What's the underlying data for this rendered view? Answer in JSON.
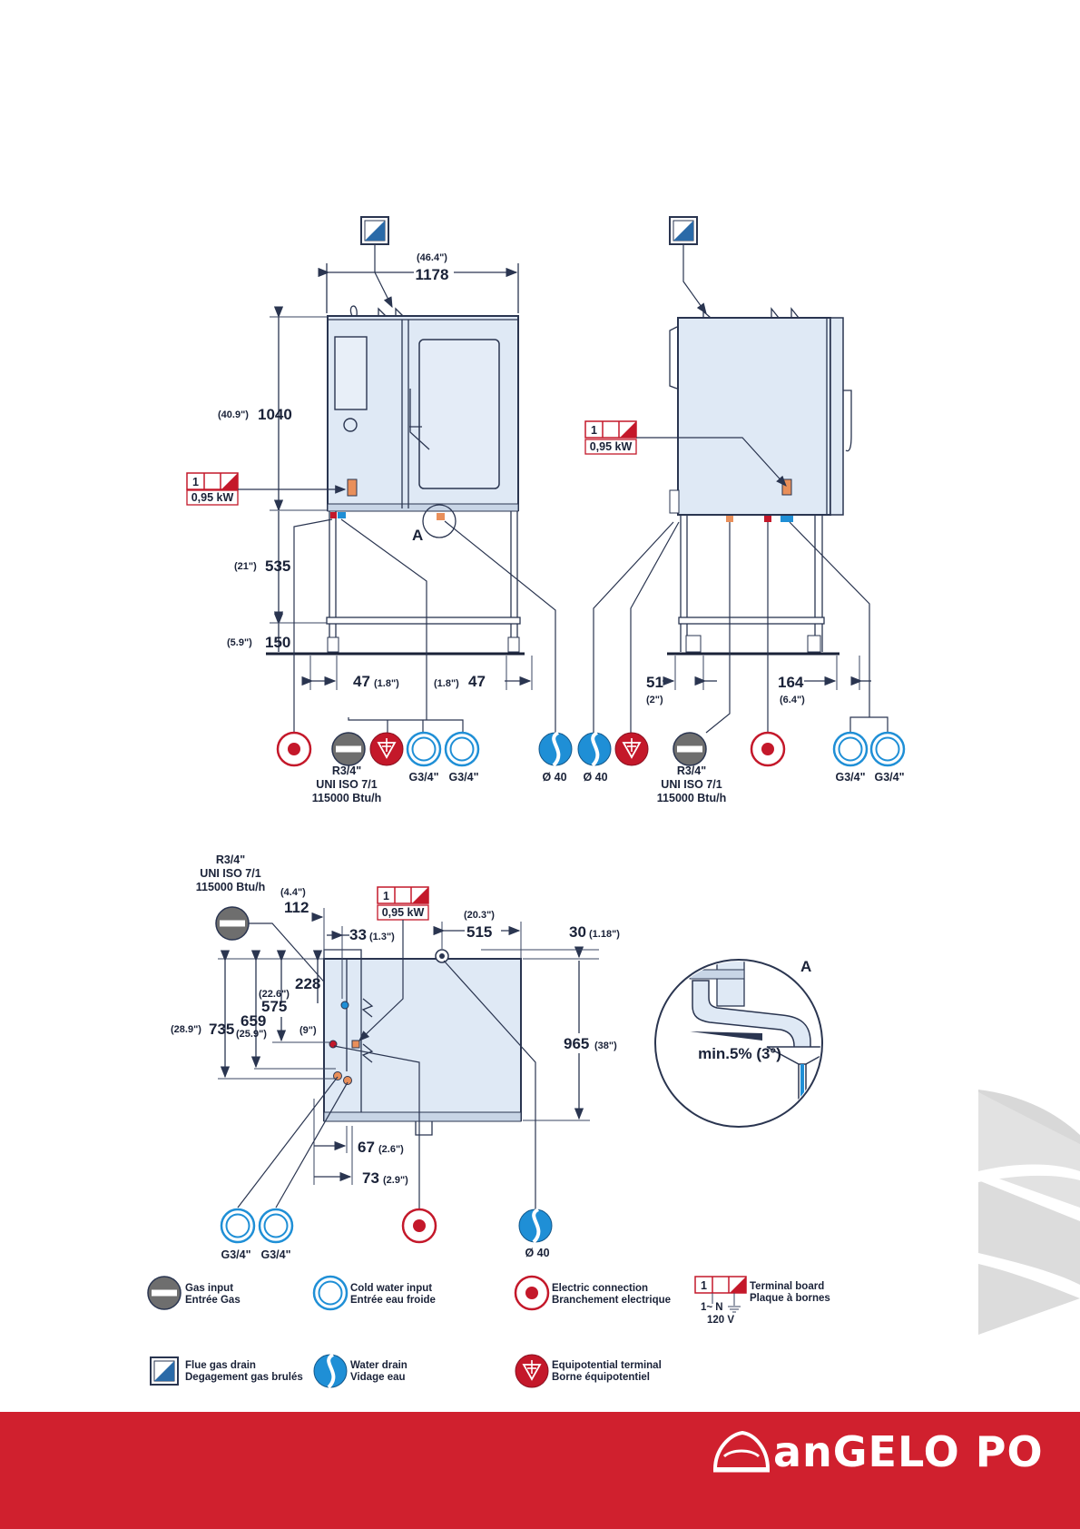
{
  "colors": {
    "brand_red": "#d0202e",
    "body_fill": "#dfe9f5",
    "line": "#2a3550",
    "water_blue": "#1f8fd6",
    "gas_grey": "#6e6e6e",
    "electric_red": "#c4182a"
  },
  "front_view": {
    "width_in": "(46.4\")",
    "width_mm": "1178",
    "height_in": "(40.9\")",
    "height_mm": "1040",
    "leg_in": "(21\")",
    "leg_mm": "535",
    "shelf_in": "(5.9\")",
    "shelf_mm": "150",
    "offset_left_mm": "47",
    "offset_left_in": "(1.8\")",
    "offset_right_in": "(1.8\")",
    "offset_right_mm": "47",
    "detail_label": "A",
    "terminal_num": "1",
    "terminal_power": "0,95 kW",
    "gas_spec": [
      "R3/4\"",
      "UNI ISO 7/1",
      "115000 Btu/h"
    ],
    "water_g1": "G3/4\"",
    "water_g2": "G3/4\"",
    "drain": "Ø 40"
  },
  "side_view": {
    "left_mm": "51",
    "left_in": "(2\")",
    "right_mm": "164",
    "right_in": "(6.4\")",
    "drain": "Ø 40",
    "terminal_num": "1",
    "terminal_power": "0,95 kW",
    "gas_spec": [
      "R3/4\"",
      "UNI ISO 7/1",
      "115000 Btu/h"
    ],
    "water_g1": "G3/4\"",
    "water_g2": "G3/4\""
  },
  "top_view": {
    "gas_spec": [
      "R3/4\"",
      "UNI ISO 7/1",
      "115000 Btu/h"
    ],
    "d112_in": "(4.4\")",
    "d112_mm": "112",
    "d33_mm": "33",
    "d33_in": "(1.3\")",
    "terminal_num": "1",
    "terminal_power": "0,95 kW",
    "d515_in": "(20.3\")",
    "d515_mm": "515",
    "d30_mm": "30",
    "d30_in": "(1.18\")",
    "d228_mm": "228",
    "d575_in": "(22.6\")",
    "d575_mm": "575",
    "d659_mm": "659",
    "d659_in": "(25.9\")",
    "d9_in": "(9\")",
    "d735_in": "(28.9\")",
    "d735_mm": "735",
    "d965_mm": "965",
    "d965_in": "(38\")",
    "d67_mm": "67",
    "d67_in": "(2.6\")",
    "d73_mm": "73",
    "d73_in": "(2.9\")",
    "water_g1": "G3/4\"",
    "water_g2": "G3/4\"",
    "drain": "Ø 40"
  },
  "detail_a": {
    "label": "A",
    "slope": "min.5% (3°)"
  },
  "legend": {
    "gas": [
      "Gas input",
      "Entrée Gas"
    ],
    "cold_water": [
      "Cold water input",
      "Entrée eau froide"
    ],
    "electric": [
      "Electric connection",
      "Branchement electrique"
    ],
    "terminal_num": "1",
    "terminal": [
      "Terminal board",
      "Plaque à bornes"
    ],
    "terminal_supply": "1~ N",
    "terminal_voltage": "120 V",
    "flue": [
      "Flue gas drain",
      "Degagement gas brulés"
    ],
    "water_drain": [
      "Water drain",
      "Vidage eau"
    ],
    "equipotential": [
      "Equipotential terminal",
      "Borne équipotentiel"
    ]
  },
  "footer": {
    "brand": "anGELO PO"
  }
}
